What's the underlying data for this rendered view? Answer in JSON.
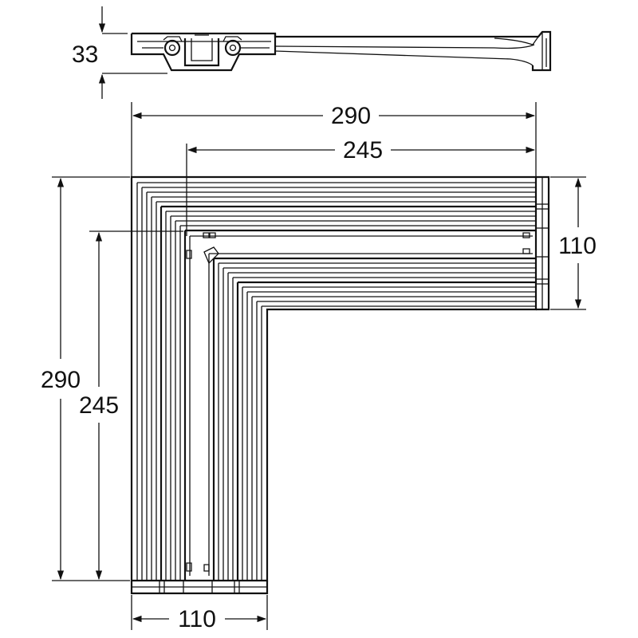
{
  "dimensions": {
    "side_height": "33",
    "outer_width": "290",
    "inner_width": "245",
    "arm_width_right": "110",
    "outer_height": "290",
    "inner_height": "245",
    "arm_width_bottom": "110"
  },
  "colors": {
    "line": "#111111",
    "background": "#ffffff"
  }
}
